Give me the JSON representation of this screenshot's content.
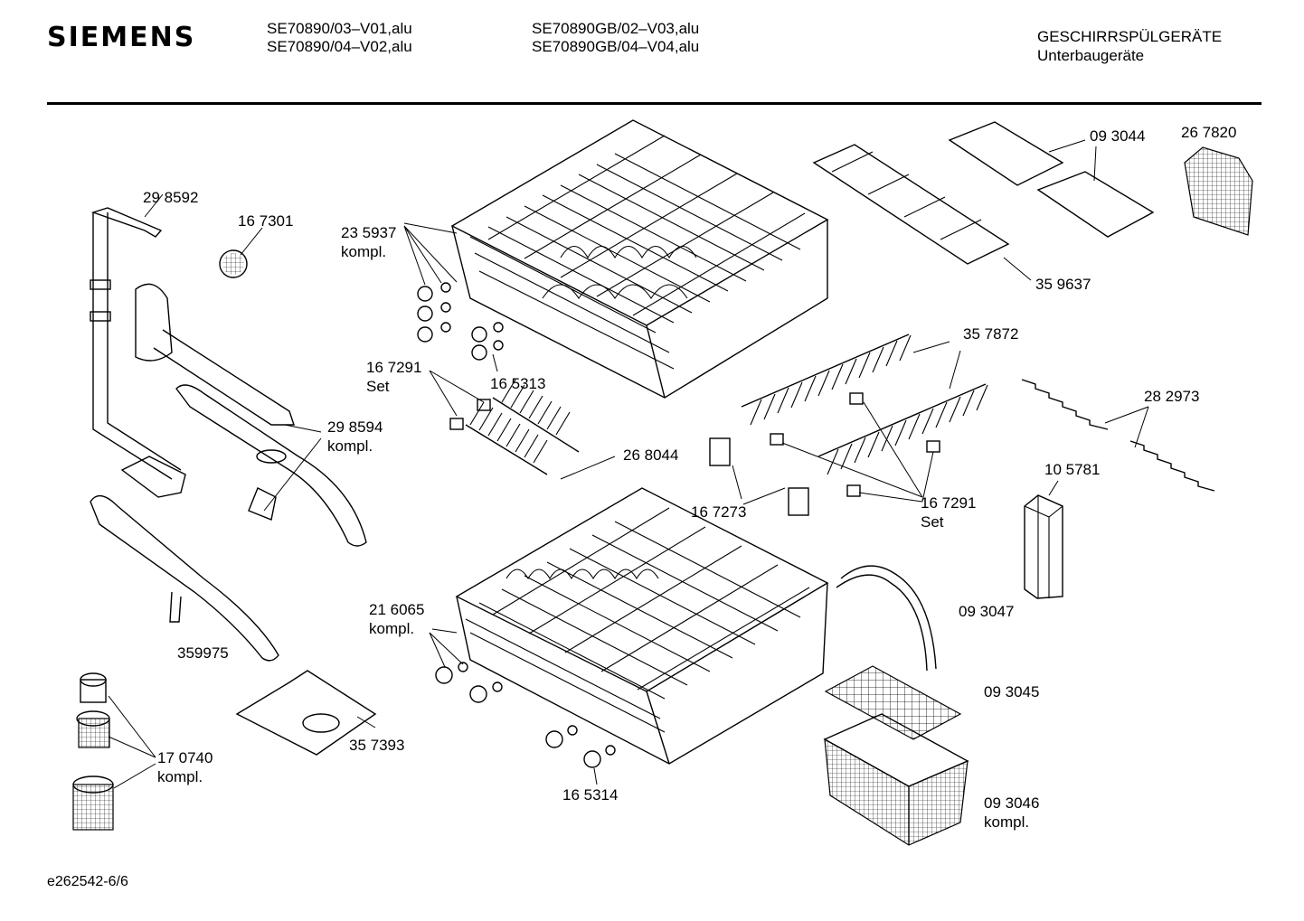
{
  "header": {
    "brand": "SIEMENS",
    "models_col1": [
      "SE70890/03–V01,alu",
      "SE70890/04–V02,alu"
    ],
    "models_col2": [
      "SE70890GB/02–V03,alu",
      "SE70890GB/04–V04,alu"
    ],
    "category": "GESCHIRRSPÜLGERÄTE",
    "subcategory": "Unterbaugeräte"
  },
  "parts": [
    {
      "id": "p298592",
      "lines": [
        "29 8592"
      ]
    },
    {
      "id": "p167301",
      "lines": [
        "16 7301"
      ]
    },
    {
      "id": "p235937",
      "lines": [
        "23 5937",
        "kompl."
      ]
    },
    {
      "id": "p165313",
      "lines": [
        "16 5313"
      ]
    },
    {
      "id": "p167291a",
      "lines": [
        "16 7291",
        "Set"
      ]
    },
    {
      "id": "p298594",
      "lines": [
        "29 8594",
        "kompl."
      ]
    },
    {
      "id": "p268044",
      "lines": [
        "26 8044"
      ]
    },
    {
      "id": "p359975",
      "lines": [
        "359975"
      ]
    },
    {
      "id": "p216065",
      "lines": [
        "21 6065",
        "kompl."
      ]
    },
    {
      "id": "p357393",
      "lines": [
        "35 7393"
      ]
    },
    {
      "id": "p170740",
      "lines": [
        "17 0740",
        "kompl."
      ]
    },
    {
      "id": "p165314",
      "lines": [
        "16 5314"
      ]
    },
    {
      "id": "p093044",
      "lines": [
        "09 3044"
      ]
    },
    {
      "id": "p267820",
      "lines": [
        "26 7820"
      ]
    },
    {
      "id": "p359637",
      "lines": [
        "35 9637"
      ]
    },
    {
      "id": "p357872",
      "lines": [
        "35 7872"
      ]
    },
    {
      "id": "p282973",
      "lines": [
        "28 2973"
      ]
    },
    {
      "id": "p105781",
      "lines": [
        "10 5781"
      ]
    },
    {
      "id": "p167273",
      "lines": [
        "16 7273"
      ]
    },
    {
      "id": "p167291b",
      "lines": [
        "16 7291",
        "Set"
      ]
    },
    {
      "id": "p093047",
      "lines": [
        "09 3047"
      ]
    },
    {
      "id": "p093045",
      "lines": [
        "09 3045"
      ]
    },
    {
      "id": "p093046",
      "lines": [
        "09 3046",
        "kompl."
      ]
    }
  ],
  "footer": {
    "code": "e262542-6/6"
  }
}
